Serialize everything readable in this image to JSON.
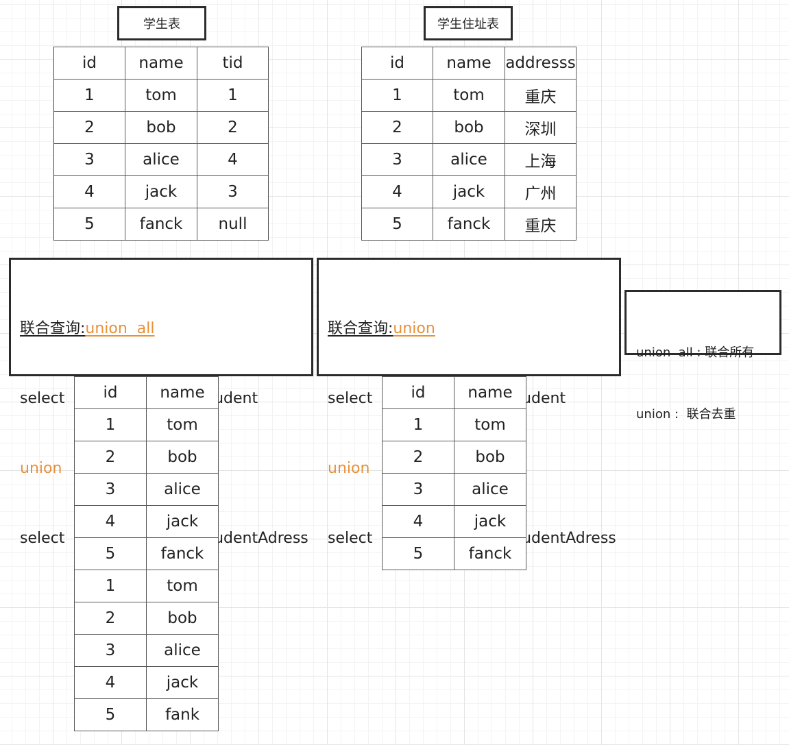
{
  "colors": {
    "keyword": "#e8913a",
    "border": "#2b2b2b"
  },
  "student_table": {
    "title": "学生表",
    "headers": [
      "id",
      "name",
      "tid"
    ],
    "rows": [
      [
        "1",
        "tom",
        "1"
      ],
      [
        "2",
        "bob",
        "2"
      ],
      [
        "3",
        "alice",
        "4"
      ],
      [
        "4",
        "jack",
        "3"
      ],
      [
        "5",
        "fanck",
        "null"
      ]
    ]
  },
  "address_table": {
    "title": "学生住址表",
    "headers": [
      "id",
      "name",
      "addresss"
    ],
    "rows": [
      [
        "1",
        "tom",
        "重庆"
      ],
      [
        "2",
        "bob",
        "深圳"
      ],
      [
        "3",
        "alice",
        "上海"
      ],
      [
        "4",
        "jack",
        "广州"
      ],
      [
        "5",
        "fanck",
        "重庆"
      ]
    ]
  },
  "union_all_query": {
    "label": "联合查询:",
    "keyword": "union  all",
    "line1": "select  id，name  from  student",
    "line2": "union   all",
    "line3": "select  id，name  from  studentAdress"
  },
  "union_query": {
    "label": "联合查询:",
    "keyword": "union",
    "line1": "select  id，name  from  student",
    "line2": "union",
    "line3": "select  id，name  from  studentAdress"
  },
  "note": {
    "line1": "union  all : 联合所有",
    "line2": "union :  联合去重"
  },
  "union_all_result": {
    "headers": [
      "id",
      "name"
    ],
    "rows": [
      [
        "1",
        "tom"
      ],
      [
        "2",
        "bob"
      ],
      [
        "3",
        "alice"
      ],
      [
        "4",
        "jack"
      ],
      [
        "5",
        "fanck"
      ],
      [
        "1",
        "tom"
      ],
      [
        "2",
        "bob"
      ],
      [
        "3",
        "alice"
      ],
      [
        "4",
        "jack"
      ],
      [
        "5",
        "fank"
      ]
    ]
  },
  "union_result": {
    "headers": [
      "id",
      "name"
    ],
    "rows": [
      [
        "1",
        "tom"
      ],
      [
        "2",
        "bob"
      ],
      [
        "3",
        "alice"
      ],
      [
        "4",
        "jack"
      ],
      [
        "5",
        "fanck"
      ]
    ]
  }
}
